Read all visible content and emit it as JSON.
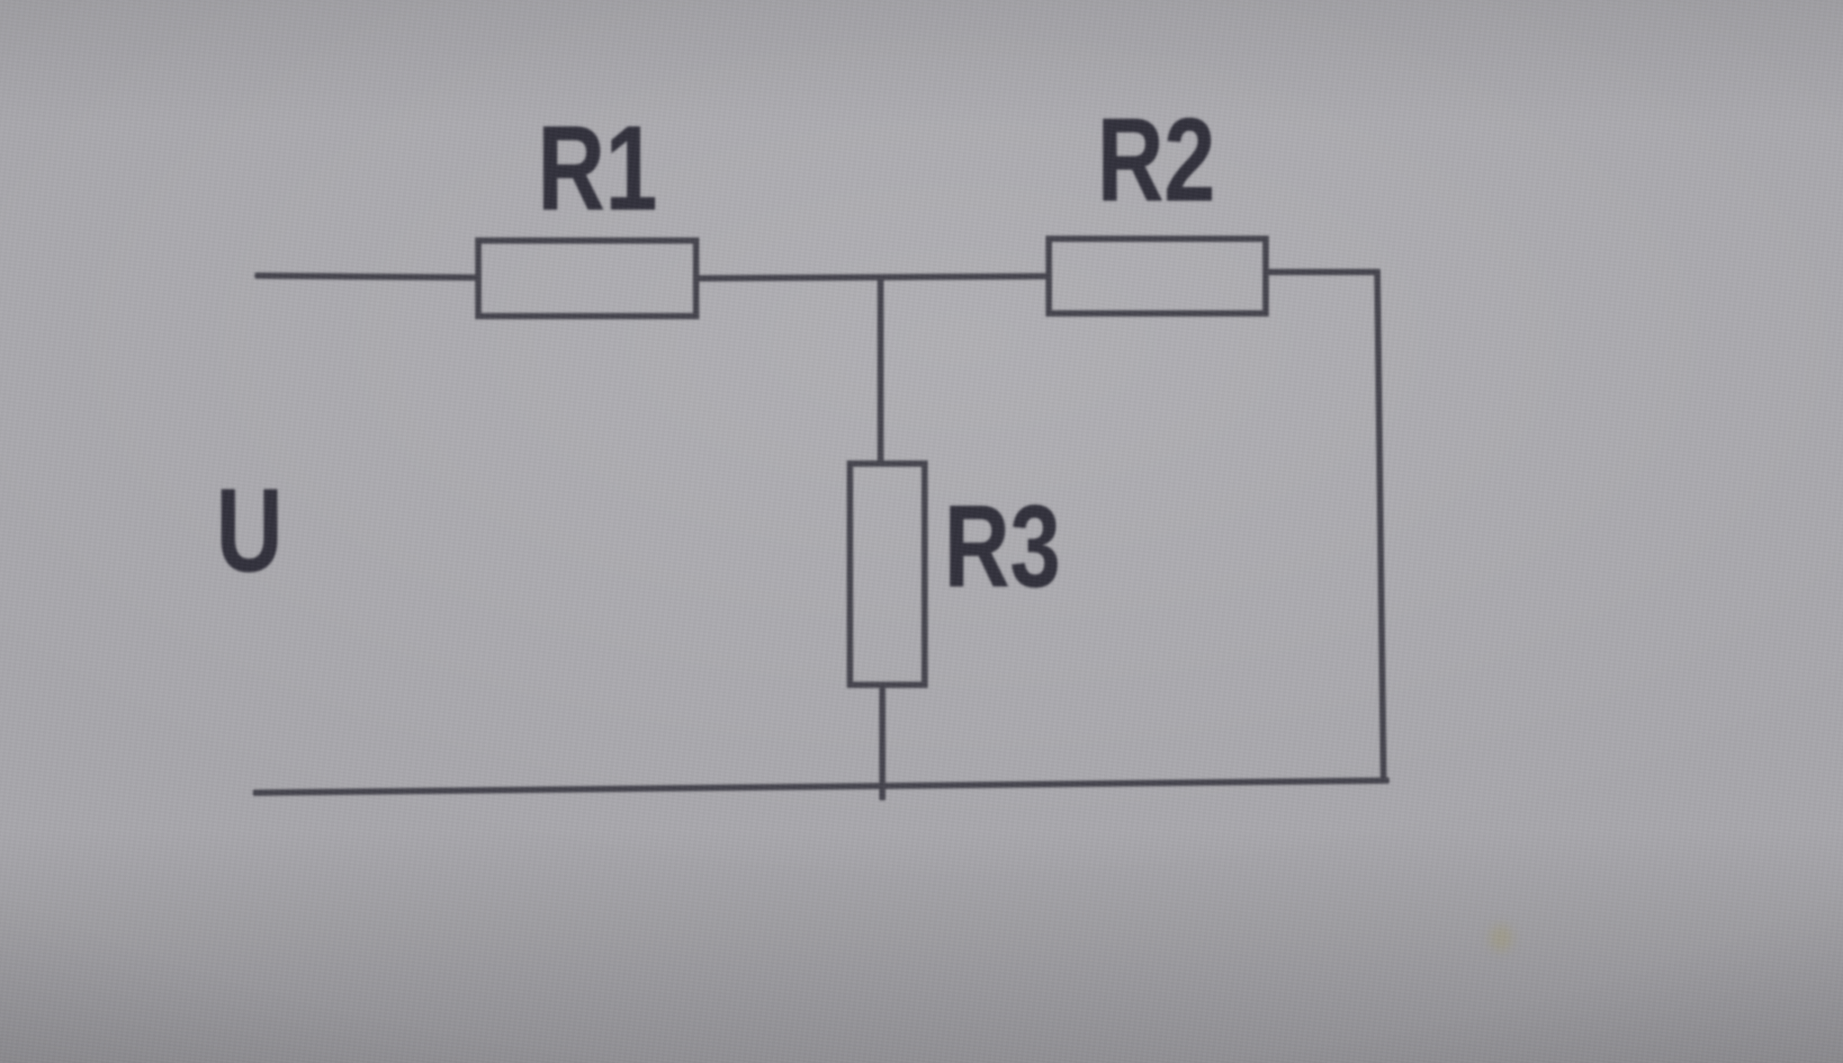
{
  "page": {
    "kind": "photograph of a printed electrical circuit diagram on gray paper"
  },
  "diagram": {
    "type": "resistor-network",
    "voltage_source": {
      "label": "U",
      "location": "left side, between the two open input terminals"
    },
    "components": [
      {
        "id": "r1",
        "label": "R1",
        "kind": "resistor",
        "orientation": "horizontal",
        "location": "top rail, left of center node"
      },
      {
        "id": "r2",
        "label": "R2",
        "kind": "resistor",
        "orientation": "horizontal",
        "location": "top rail, right of center node"
      },
      {
        "id": "r3",
        "label": "R3",
        "kind": "resistor",
        "orientation": "vertical",
        "location": "center branch between top and bottom rails"
      }
    ],
    "connections": [
      "upper input terminal to R1 along top rail",
      "R1 to center node",
      "center node down through R3 to bottom rail",
      "center node through R2, then right and down the right side to bottom rail",
      "bottom rail back to lower input terminal"
    ]
  },
  "colors": {
    "paper": "#a8a7ac",
    "ink": "#45444d",
    "text": "#32313c"
  }
}
